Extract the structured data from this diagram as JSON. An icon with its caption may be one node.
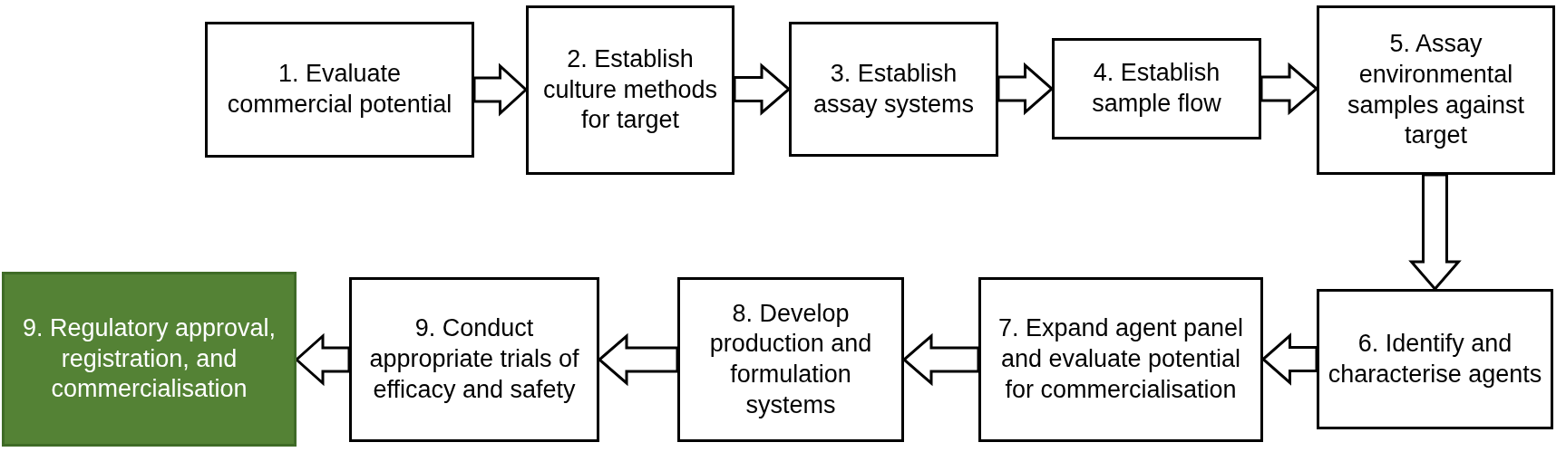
{
  "diagram": {
    "nodes": [
      {
        "text": [
          "1. Evaluate commercial potential"
        ]
      },
      {
        "text": [
          "2. Establish culture methods for target"
        ]
      },
      {
        "text": [
          "3. Establish assay systems"
        ]
      },
      {
        "text": [
          "4. Establish sample flow"
        ]
      },
      {
        "text": [
          "5. Assay environmental samples against target"
        ]
      },
      {
        "text": [
          "6. Identify and characterise agents"
        ]
      },
      {
        "text": [
          "7. Expand agent panel and evaluate potential for commercialisation"
        ]
      },
      {
        "text": [
          "8. Develop production and formulation systems"
        ]
      },
      {
        "text": [
          "9. Conduct appropriate trials of efficacy and safety"
        ]
      },
      {
        "text": [
          "9. Regulatory approval, registration, and commercialisation"
        ]
      }
    ],
    "edges": [
      {
        "from": 0,
        "to": 1,
        "arrow": "to"
      },
      {
        "from": 1,
        "to": 2,
        "arrow": "to"
      },
      {
        "from": 2,
        "to": 3,
        "arrow": "to"
      },
      {
        "from": 3,
        "to": 4,
        "arrow": "to"
      },
      {
        "from": 4,
        "to": 5,
        "arrow": "to"
      },
      {
        "from": 5,
        "to": 6,
        "arrow": "to"
      },
      {
        "from": 6,
        "to": 7,
        "arrow": "to"
      },
      {
        "from": 7,
        "to": 8,
        "arrow": "to"
      },
      {
        "from": 8,
        "to": 9,
        "arrow": "to"
      }
    ]
  }
}
